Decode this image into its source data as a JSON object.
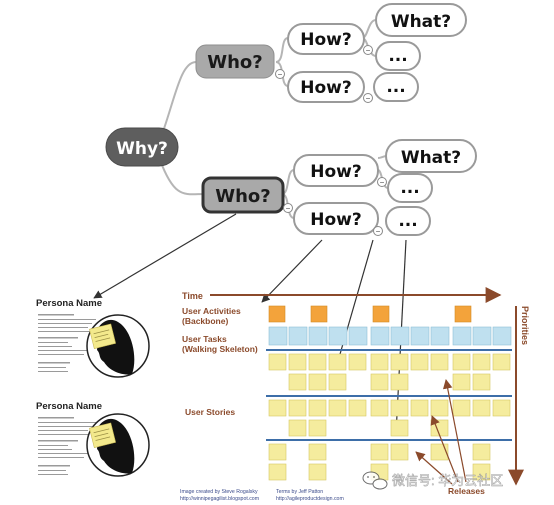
{
  "mindmap": {
    "root": "Why?",
    "who_top": "Who?",
    "who_bottom": "Who?",
    "how_top_1": "How?",
    "how_top_2": "How?",
    "how_bottom_1": "How?",
    "how_bottom_2": "How?",
    "what_top": "What?",
    "what_bottom": "What?",
    "ellipsis": "...",
    "collapse_glyph": "−"
  },
  "personas": [
    {
      "title": "Persona Name"
    },
    {
      "title": "Persona Name"
    }
  ],
  "story_map": {
    "time_label": "Time",
    "priorities_label": "Priorities",
    "user_activities": "User Activities",
    "backbone": "(Backbone)",
    "user_tasks": "User Tasks",
    "walking_skeleton": "(Walking Skeleton)",
    "user_stories": "User Stories",
    "releases": "Releases",
    "credit_left_1": "Image created by Steve Rogalsky",
    "credit_left_2": "http://winnipegagilist.blogspot.com",
    "credit_right_1": "Terms by Jeff Patton",
    "credit_right_2": "http://agileproductdesign.com"
  },
  "watermark": "微信号: 华为云社区",
  "colors": {
    "root_fill": "#5e5e5e",
    "who_fill": "#a9a9a9",
    "bubble_fill": "#ffffff",
    "bubble_stroke": "#9a9a9a",
    "orange": "#f3a33b",
    "blue_card": "#bfe0ef",
    "yellow_card": "#f5ec9e",
    "release_line": "#3d6ea8",
    "label_brown": "#8b4a2b",
    "arrow_brown": "#8b4a2b"
  }
}
